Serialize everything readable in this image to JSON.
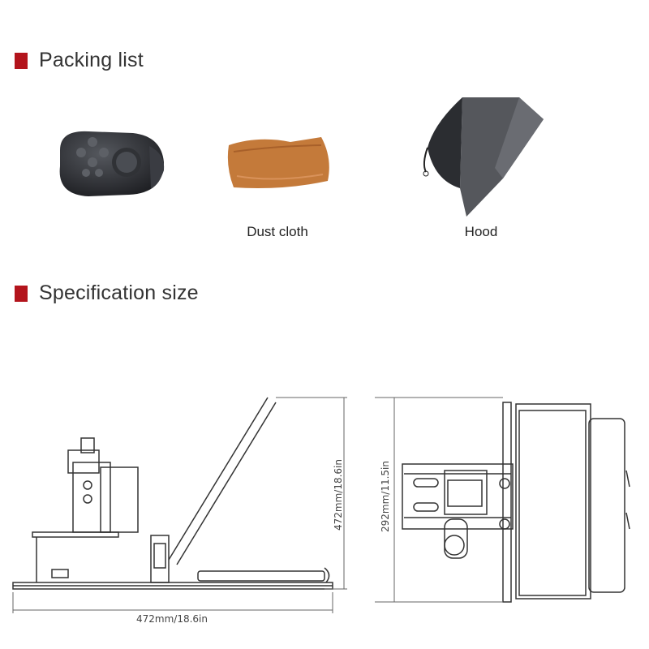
{
  "packing": {
    "title": "Packing list",
    "items": [
      {
        "icon": "remote-controller-icon",
        "label": ""
      },
      {
        "icon": "dust-cloth-icon",
        "label": "Dust cloth"
      },
      {
        "icon": "hood-icon",
        "label": "Hood"
      }
    ]
  },
  "spec": {
    "title": "Specification size",
    "side_height": "472mm/18.6in",
    "side_width": "472mm/18.6in",
    "front_height": "292mm/11.5in"
  },
  "colors": {
    "marker": "#b3141c",
    "cloth": "#c47a3a",
    "hood": "#3d3f45",
    "remote": "#2b2d31"
  }
}
